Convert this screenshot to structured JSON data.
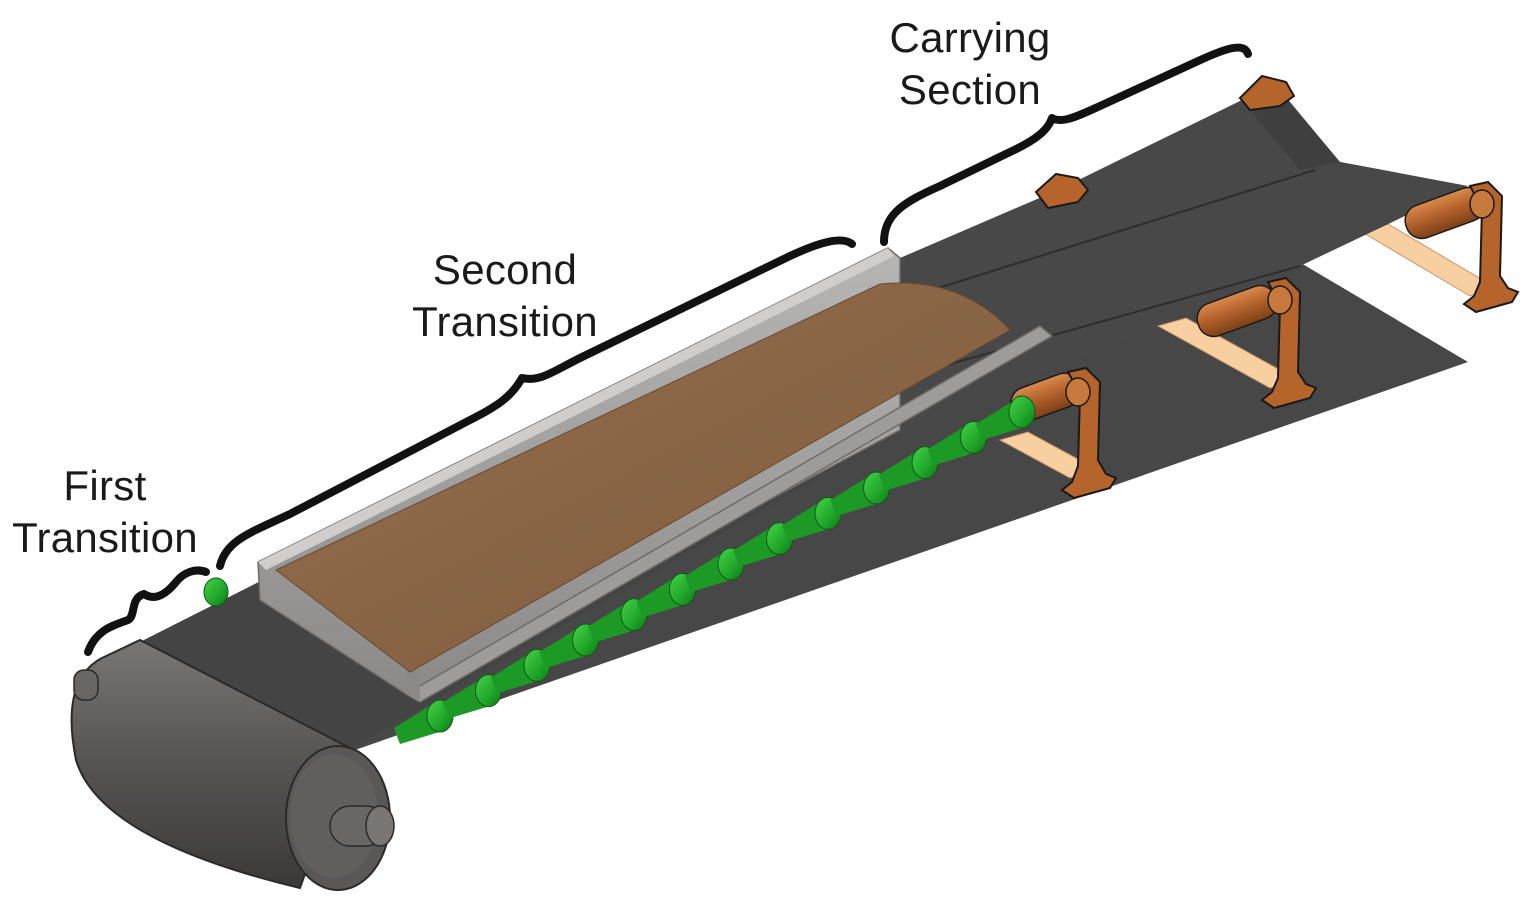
{
  "labels": {
    "first_transition": {
      "line1": "First",
      "line2": "Transition"
    },
    "second_transition": {
      "line1": "Second",
      "line2": "Transition"
    },
    "carrying_section": {
      "line1": "Carrying",
      "line2": "Section"
    }
  },
  "colors": {
    "belt": "#4a4a4a",
    "belt_dark": "#3a3a3a",
    "pulley": "#5e5a58",
    "material": "#8a6446",
    "skirtboard": "#a4a2a0",
    "impact_idler": "#21a52b",
    "idler_roller": "#b5642c",
    "frame_brace": "#f8cfa0",
    "bracket": "#9a4f1d",
    "bracket_line": "#1a1a1a"
  },
  "icons": {
    "pulley": "cylinder-pulley-icon",
    "idler": "troughing-idler-icon",
    "impact_roller": "green-impact-roller-icon"
  }
}
